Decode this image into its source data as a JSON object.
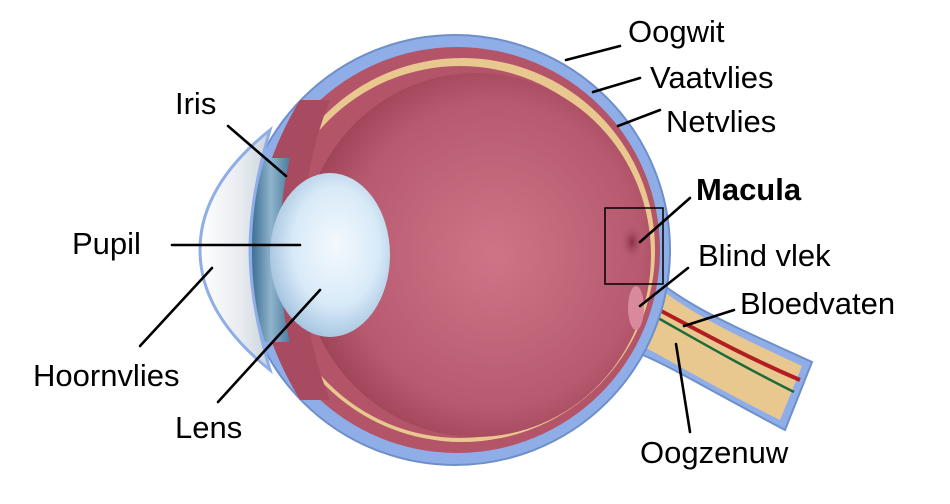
{
  "labels": {
    "oogwit": "Oogwit",
    "vaatvlies": "Vaatvlies",
    "netvlies": "Netvlies",
    "iris": "Iris",
    "macula": "Macula",
    "pupil": "Pupil",
    "blind_vlek": "Blind vlek",
    "bloedvaten": "Bloedvaten",
    "hoornvlies": "Hoornvlies",
    "lens": "Lens",
    "oogzenuw": "Oogzenuw"
  },
  "colors": {
    "sclera": "#8faee8",
    "choroid": "#e9c890",
    "retina_rim": "#b45468",
    "vitreous": "#c86a80",
    "lens": "#dfeefa",
    "iris": "#5f8fb0",
    "optic_nerve": "#e9c890",
    "vessel_red": "#b21d22",
    "vessel_green": "#1e6b3a",
    "cornea": "#e8eaee"
  }
}
